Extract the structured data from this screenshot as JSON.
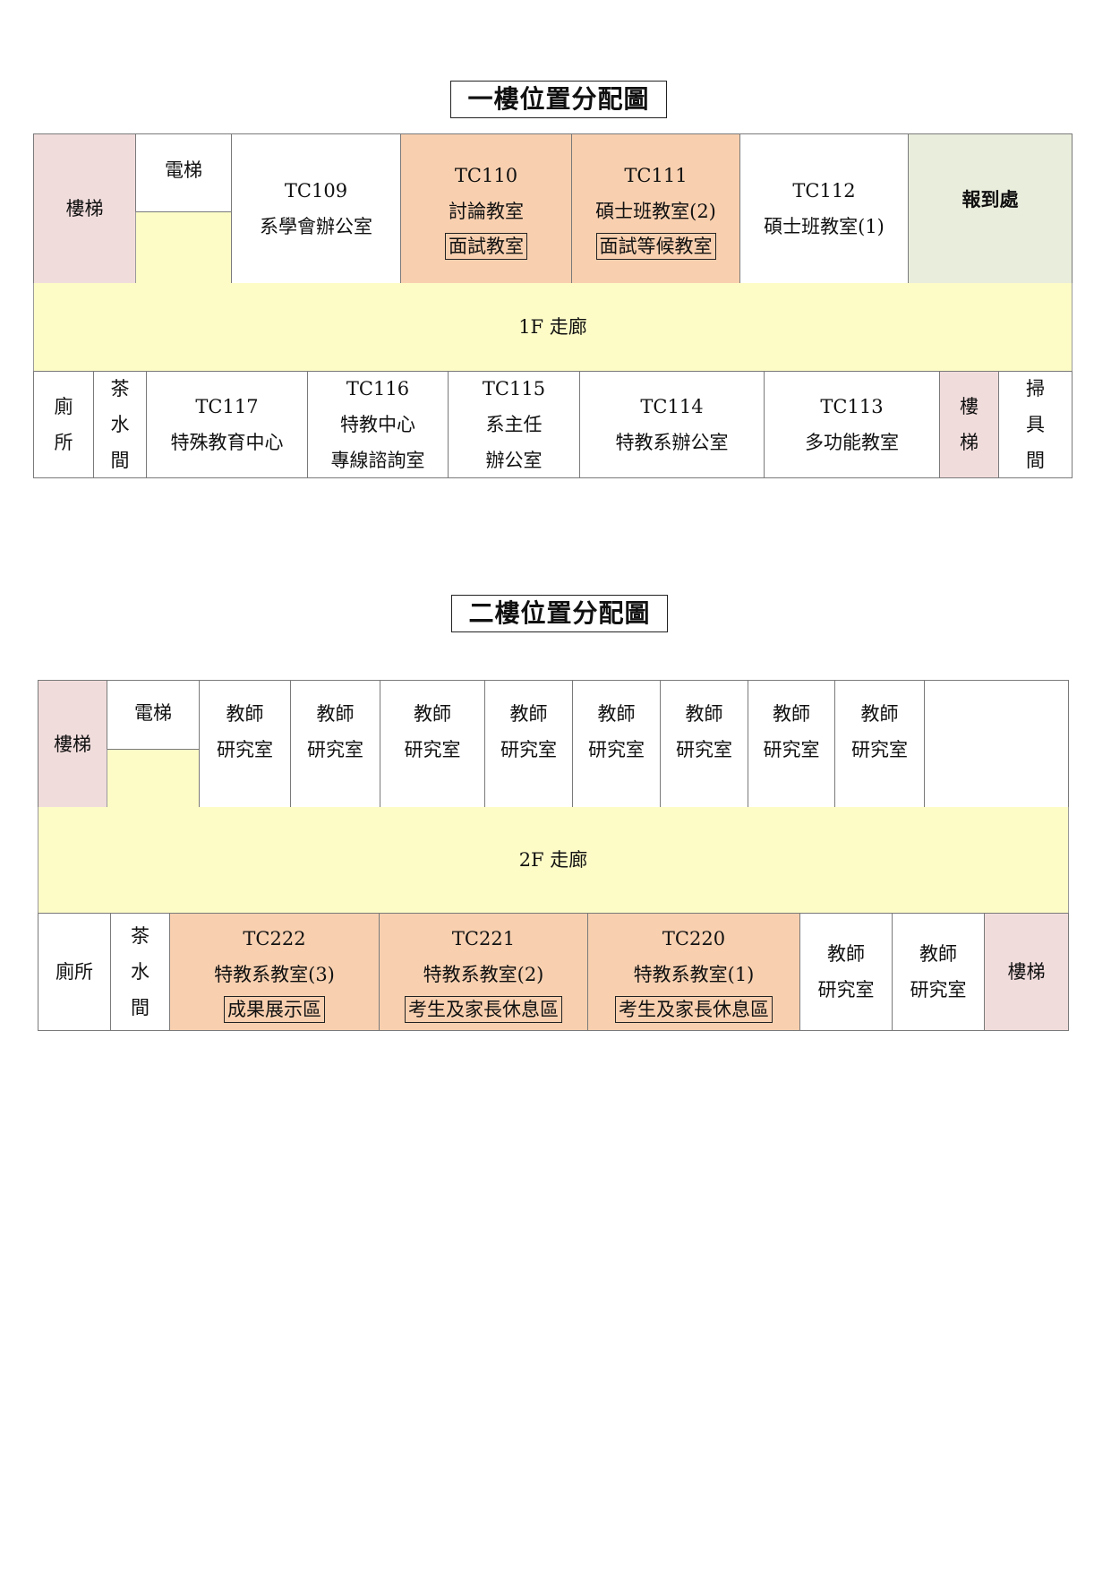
{
  "floor1": {
    "title": "一樓位置分配圖",
    "stairs_left": "樓梯",
    "elevator": "電梯",
    "tc109": {
      "code": "TC109",
      "name": "系學會辦公室"
    },
    "tc110": {
      "code": "TC110",
      "name": "討論教室",
      "note": "面試教室"
    },
    "tc111": {
      "code": "TC111",
      "name": "碩士班教室(2)",
      "note": "面試等候教室"
    },
    "tc112": {
      "code": "TC112",
      "name": "碩士班教室(1)"
    },
    "checkin": "報到處",
    "corridor": "1F 走廊",
    "restroom": [
      "廁",
      "所"
    ],
    "tea_room": [
      "茶",
      "水",
      "間"
    ],
    "tc117": {
      "code": "TC117",
      "name": "特殊教育中心"
    },
    "tc116": {
      "code": "TC116",
      "line1": "特教中心",
      "line2": "專線諮詢室"
    },
    "tc115": {
      "code": "TC115",
      "line1": "系主任",
      "line2": "辦公室"
    },
    "tc114": {
      "code": "TC114",
      "name": "特教系辦公室"
    },
    "tc113": {
      "code": "TC113",
      "name": "多功能教室"
    },
    "stairs_right": [
      "樓",
      "梯"
    ],
    "storage": [
      "掃",
      "具",
      "間"
    ]
  },
  "floor2": {
    "title": "二樓位置分配圖",
    "stairs_left": "樓梯",
    "elevator": "電梯",
    "faculty_line1": "教師",
    "faculty_line2": "研究室",
    "corridor": "2F 走廊",
    "restroom": "廁所",
    "tea_room": [
      "茶",
      "水",
      "間"
    ],
    "tc222": {
      "code": "TC222",
      "name": "特教系教室(3)",
      "note": "成果展示區"
    },
    "tc221": {
      "code": "TC221",
      "name": "特教系教室(2)",
      "note": "考生及家長休息區"
    },
    "tc220": {
      "code": "TC220",
      "name": "特教系教室(1)",
      "note": "考生及家長休息區"
    },
    "stairs_right": "樓梯"
  },
  "colors": {
    "stairs": "#f1dcdc",
    "interview_rooms": "#f8d0b0",
    "checkin": "#e9eddc",
    "corridor": "#fdfcc7"
  }
}
